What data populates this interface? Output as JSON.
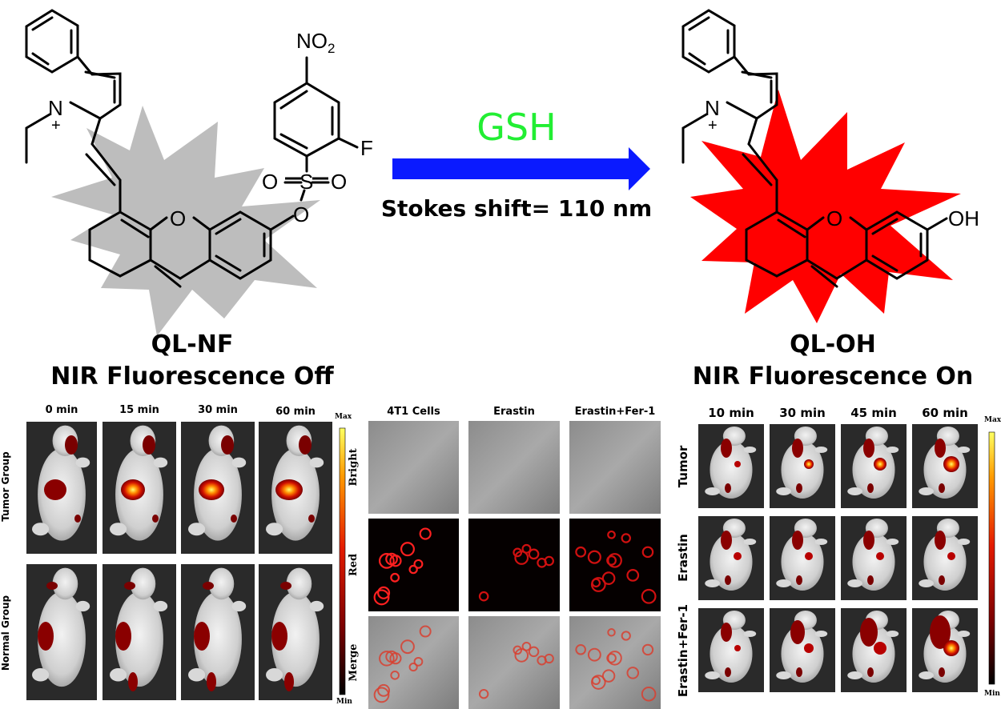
{
  "reaction": {
    "reagent": "GSH",
    "stokes": "Stokes shift= 110 nm",
    "colors": {
      "reagent": "#22ee33",
      "arrow": "#0a1aff",
      "off_star": "#bdbdbd",
      "on_star": "#ff0000"
    }
  },
  "left_molecule": {
    "name": "QL-NF",
    "subtitle": "NIR Fluorescence Off",
    "atoms": {
      "n": "N",
      "plus": "+",
      "o_ring": "O",
      "no2_n": "NO",
      "no2_sub": "2",
      "f": "F",
      "s": "S",
      "o1": "O",
      "o2": "O",
      "o_link": "O"
    }
  },
  "right_molecule": {
    "name": "QL-OH",
    "subtitle": "NIR Fluorescence On",
    "atoms": {
      "n": "N",
      "plus": "+",
      "o_ring": "O",
      "oh": "OH"
    }
  },
  "panel_left": {
    "times": [
      "0 min",
      "15 min",
      "30 min",
      "60 min"
    ],
    "rows": [
      "Tumor Group",
      "Normal Group"
    ],
    "colorbar": {
      "max": "Max",
      "min": "Min"
    }
  },
  "panel_middle": {
    "cols": [
      "4T1 Cells",
      "Erastin",
      "Erastin+Fer-1"
    ],
    "rows": [
      "Bright",
      "Red",
      "Merge"
    ]
  },
  "panel_right": {
    "times": [
      "10 min",
      "30 min",
      "45 min",
      "60 min"
    ],
    "rows": [
      "Tumor",
      "Erastin",
      "Erastin+Fer-1"
    ],
    "colorbar": {
      "max": "Max",
      "min": "Min"
    }
  }
}
